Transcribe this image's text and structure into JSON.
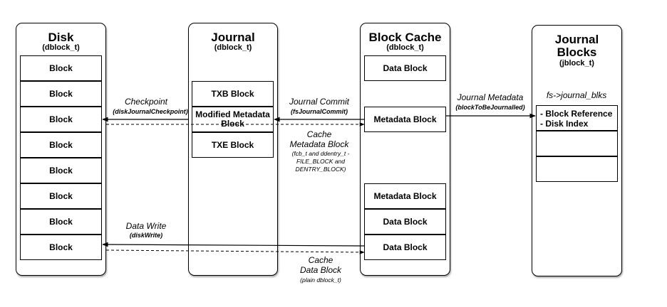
{
  "columns": {
    "disk": {
      "title": "Disk",
      "subtitle": "(dblock_t)",
      "blocks": [
        "Block",
        "Block",
        "Block",
        "Block",
        "Block",
        "Block",
        "Block",
        "Block"
      ]
    },
    "journal": {
      "title": "Journal",
      "subtitle": "(dblock_t)",
      "blocks": [
        "TXB Block",
        "Modified Metadata Block",
        "TXE Block"
      ]
    },
    "cache": {
      "title": "Block Cache",
      "subtitle": "(dblock_t)",
      "blocks": [
        "Data Block",
        "Metadata Block",
        "Metadata Block",
        "Data Block",
        "Data Block"
      ]
    },
    "jblocks": {
      "title_line1": "Journal",
      "title_line2": "Blocks",
      "subtitle": "(jblock_t)",
      "list_label": "fs->journal_blks",
      "entry_line1": "- Block Reference",
      "entry_line2": "- Disk Index"
    }
  },
  "edges": {
    "checkpoint": {
      "label": "Checkpoint",
      "fn": "(diskJournalCheckpoint)"
    },
    "journal_commit": {
      "label": "Journal Commit",
      "fn": "(fsJournalCommit)"
    },
    "cache_metadata": {
      "line1": "Cache",
      "line2": "Metadata Block",
      "detail1": "(fcb_t and ddentry_t -",
      "detail2": "FILE_BLOCK and",
      "detail3": "DENTRY_BLOCK)"
    },
    "journal_metadata": {
      "label": "Journal Metadata",
      "fn": "(blockToBeJournalled)"
    },
    "data_write": {
      "label": "Data Write",
      "fn": "(diskWrite)"
    },
    "cache_data": {
      "line1": "Cache",
      "line2": "Data Block",
      "detail": "(plain dblock_t)"
    }
  }
}
